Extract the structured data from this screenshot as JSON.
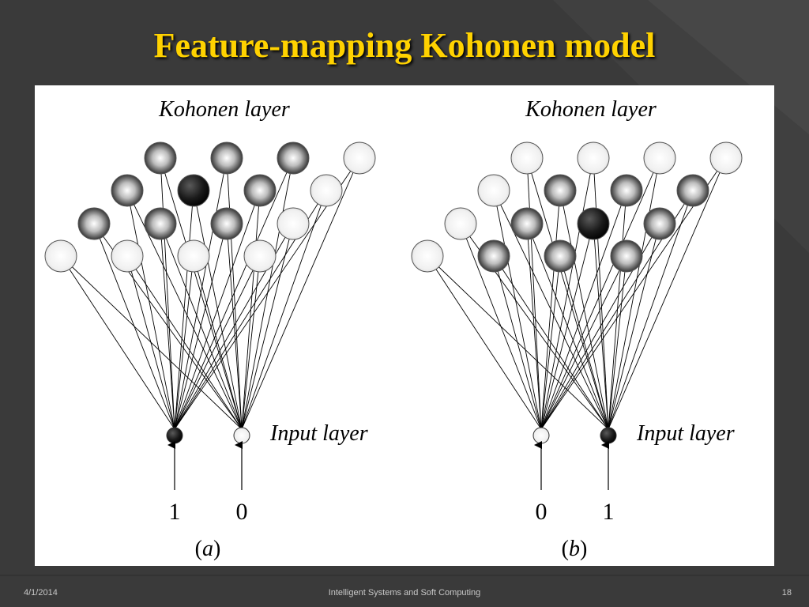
{
  "slide": {
    "title": "Feature-mapping Kohonen model",
    "footer": {
      "date": "4/1/2014",
      "center": "Intelligent Systems and Soft Computing",
      "page": "18"
    }
  },
  "panels": [
    {
      "kohonen_label": "Kohonen layer",
      "input_label": "Input layer",
      "inputs": [
        {
          "value": "1",
          "state": "dark"
        },
        {
          "value": "0",
          "state": "light"
        }
      ],
      "caption_letter": "a",
      "rows": [
        [
          "medium",
          "medium",
          "medium",
          "light"
        ],
        [
          "medium",
          "dark",
          "medium",
          "light"
        ],
        [
          "medium",
          "medium",
          "medium",
          "light"
        ],
        [
          "light",
          "light",
          "light",
          "light"
        ]
      ]
    },
    {
      "kohonen_label": "Kohonen layer",
      "input_label": "Input layer",
      "inputs": [
        {
          "value": "0",
          "state": "light"
        },
        {
          "value": "1",
          "state": "dark"
        }
      ],
      "caption_letter": "b",
      "rows": [
        [
          "light",
          "light",
          "light",
          "light"
        ],
        [
          "light",
          "medium",
          "medium",
          "medium"
        ],
        [
          "light",
          "medium",
          "dark",
          "medium"
        ],
        [
          "light",
          "medium",
          "medium",
          "medium"
        ]
      ]
    }
  ],
  "colors": {
    "title": "#ffd200",
    "background": "#3a3a3a",
    "panel": "#ffffff",
    "line": "#000000"
  }
}
